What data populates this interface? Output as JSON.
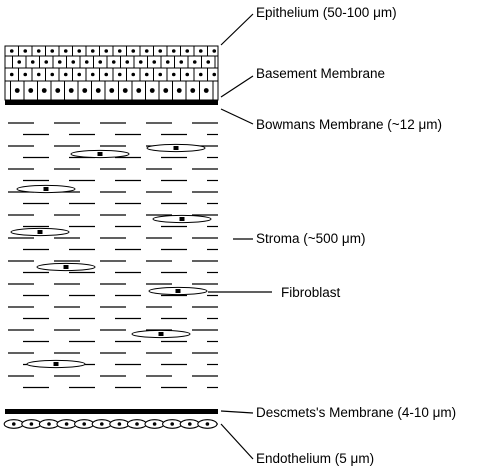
{
  "labels": {
    "epithelium": "Epithelium (50-100 μm)",
    "basement_membrane": "Basement Membrane",
    "bowmans_membrane": "Bowmans Membrane (~12 μm)",
    "stroma": "Stroma (~500 μm)",
    "fibroblast": "Fibroblast",
    "descemets_membrane": "Descmets's Membrane (4-10 μm)",
    "endothelium": "Endothelium (5 μm)"
  },
  "colors": {
    "ink": "#000000",
    "background": "#ffffff"
  }
}
